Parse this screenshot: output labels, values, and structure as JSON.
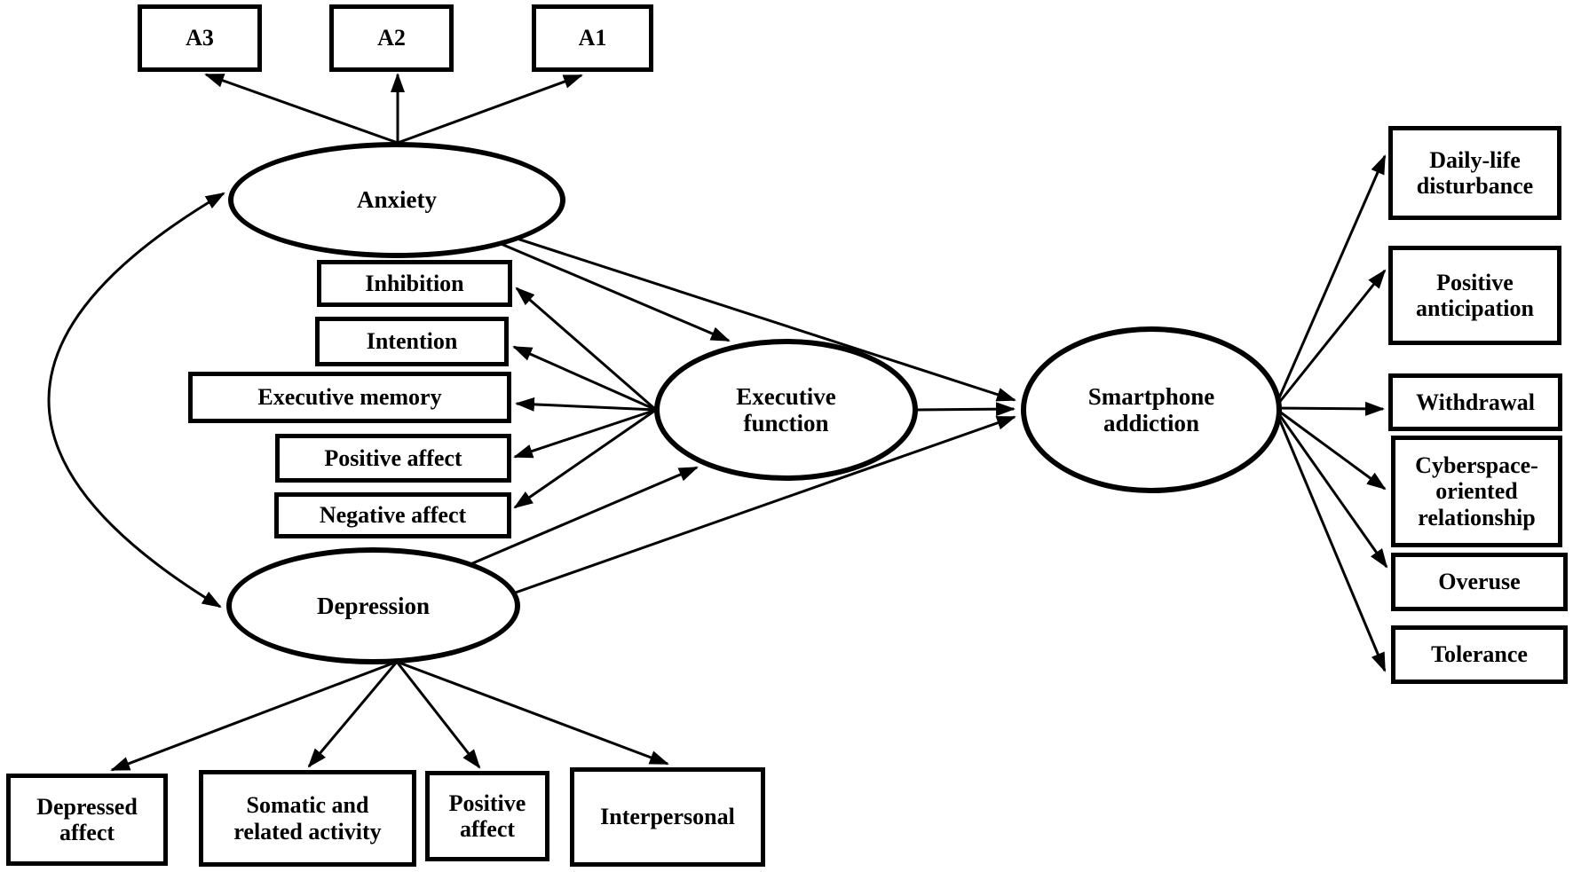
{
  "colors": {
    "line": "#000000",
    "background": "#ffffff",
    "text": "#000000"
  },
  "nodes": {
    "anxiety": "Anxiety",
    "executive_function": "Executive function",
    "smartphone_addiction": "Smartphone addiction",
    "depression": "Depression",
    "a3": "A3",
    "a2": "A2",
    "a1": "A1",
    "inhibition": "Inhibition",
    "intention": "Intention",
    "executive_memory": "Executive memory",
    "positive_affect_ef": "Positive affect",
    "negative_affect": "Negative affect",
    "daily_life_disturbance": "Daily-life disturbance",
    "positive_anticipation": "Positive anticipation",
    "withdrawal": "Withdrawal",
    "cyberspace_oriented_relationship": "Cyberspace-oriented relationship",
    "overuse": "Overuse",
    "tolerance": "Tolerance",
    "depressed_affect": "Depressed affect",
    "somatic_and_related_activity": "Somatic and related activity",
    "positive_affect_depression": "Positive affect",
    "interpersonal": "Interpersonal"
  },
  "edges": [
    {
      "from": "anxiety",
      "to": "a3",
      "type": "loading"
    },
    {
      "from": "anxiety",
      "to": "a2",
      "type": "loading"
    },
    {
      "from": "anxiety",
      "to": "a1",
      "type": "loading"
    },
    {
      "from": "anxiety",
      "to": "executive_function",
      "type": "path"
    },
    {
      "from": "anxiety",
      "to": "smartphone_addiction",
      "type": "path"
    },
    {
      "from": "executive_function",
      "to": "inhibition",
      "type": "loading"
    },
    {
      "from": "executive_function",
      "to": "intention",
      "type": "loading"
    },
    {
      "from": "executive_function",
      "to": "executive_memory",
      "type": "loading"
    },
    {
      "from": "executive_function",
      "to": "positive_affect_ef",
      "type": "loading"
    },
    {
      "from": "executive_function",
      "to": "negative_affect",
      "type": "loading"
    },
    {
      "from": "executive_function",
      "to": "smartphone_addiction",
      "type": "path"
    },
    {
      "from": "depression",
      "to": "executive_function",
      "type": "path"
    },
    {
      "from": "depression",
      "to": "smartphone_addiction",
      "type": "path"
    },
    {
      "from": "depression",
      "to": "depressed_affect",
      "type": "loading"
    },
    {
      "from": "depression",
      "to": "somatic_and_related_activity",
      "type": "loading"
    },
    {
      "from": "depression",
      "to": "positive_affect_depression",
      "type": "loading"
    },
    {
      "from": "depression",
      "to": "interpersonal",
      "type": "loading"
    },
    {
      "from": "smartphone_addiction",
      "to": "daily_life_disturbance",
      "type": "loading"
    },
    {
      "from": "smartphone_addiction",
      "to": "positive_anticipation",
      "type": "loading"
    },
    {
      "from": "smartphone_addiction",
      "to": "withdrawal",
      "type": "loading"
    },
    {
      "from": "smartphone_addiction",
      "to": "cyberspace_oriented_relationship",
      "type": "loading"
    },
    {
      "from": "smartphone_addiction",
      "to": "overuse",
      "type": "loading"
    },
    {
      "from": "smartphone_addiction",
      "to": "tolerance",
      "type": "loading"
    },
    {
      "from": "anxiety",
      "to": "depression",
      "type": "covariance"
    }
  ]
}
